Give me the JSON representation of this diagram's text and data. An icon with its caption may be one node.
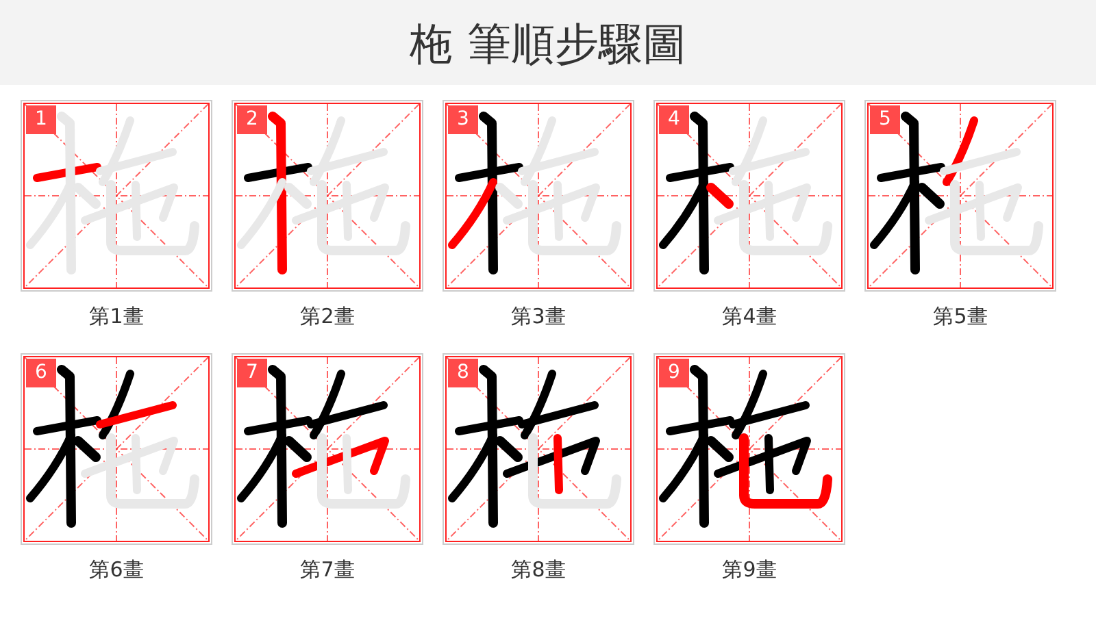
{
  "diagram": {
    "title": "柂 筆順步驟圖",
    "nodes": [
      {
        "text": [
          "1"
        ],
        "beside": [
          "第1畫"
        ]
      },
      {
        "text": [
          "2"
        ],
        "beside": [
          "第2畫"
        ]
      },
      {
        "text": [
          "3"
        ],
        "beside": [
          "第3畫"
        ]
      },
      {
        "text": [
          "4"
        ],
        "beside": [
          "第4畫"
        ]
      },
      {
        "text": [
          "5"
        ],
        "beside": [
          "第5畫"
        ]
      },
      {
        "text": [
          "6"
        ],
        "beside": [
          "第6畫"
        ]
      },
      {
        "text": [
          "7"
        ],
        "beside": [
          "第7畫"
        ]
      },
      {
        "text": [
          "8"
        ],
        "beside": [
          "第8畫"
        ]
      },
      {
        "text": [
          "9"
        ],
        "beside": [
          "第9畫"
        ]
      }
    ]
  }
}
